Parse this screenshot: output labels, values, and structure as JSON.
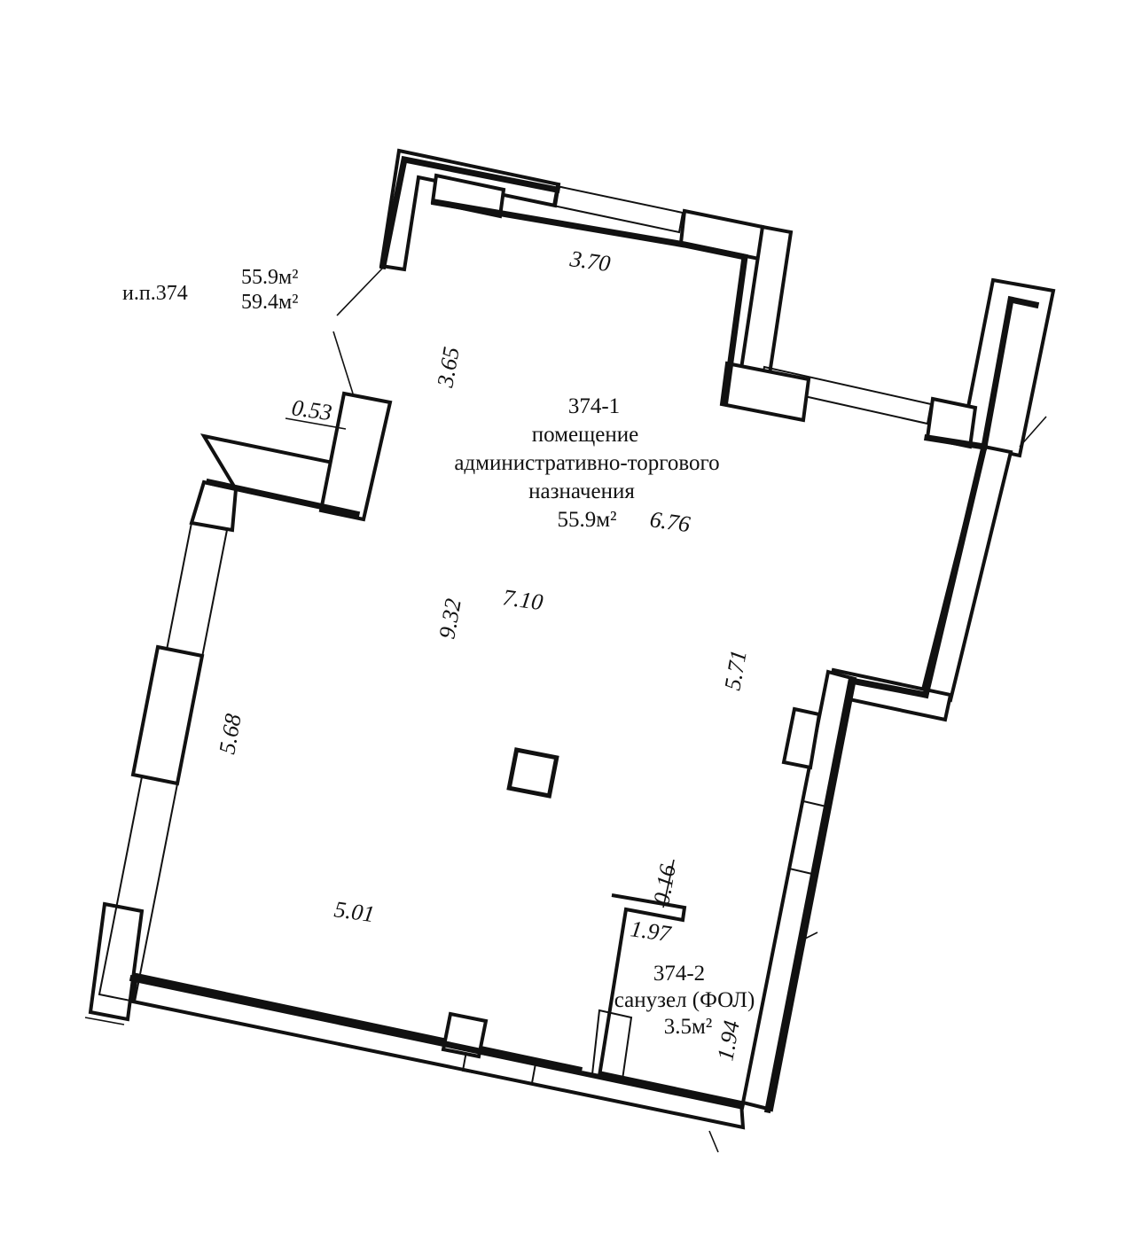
{
  "plan_id": {
    "label": "и.п.374",
    "area_main": "55.9м²",
    "area_total": "59.4м²"
  },
  "rooms": [
    {
      "number": "374-1",
      "lines": [
        "помещение",
        "административно-торгового",
        "назначения"
      ],
      "area": "55.9м²"
    },
    {
      "number": "374-2",
      "lines": [
        "санузел (ФОЛ)"
      ],
      "area": "3.5м²"
    }
  ],
  "dimensions": {
    "top_wall": "3.70",
    "niche_depth": "3.65",
    "left_step": "0.53",
    "right_upper": "6.76",
    "inner_diag": "9.32",
    "inner_width": "7.10",
    "right_lower": "5.71",
    "left_wall": "5.68",
    "bottom_wall": "5.01",
    "partition_thickness": "0.16",
    "wc_width": "1.97",
    "wc_depth": "1.94"
  }
}
